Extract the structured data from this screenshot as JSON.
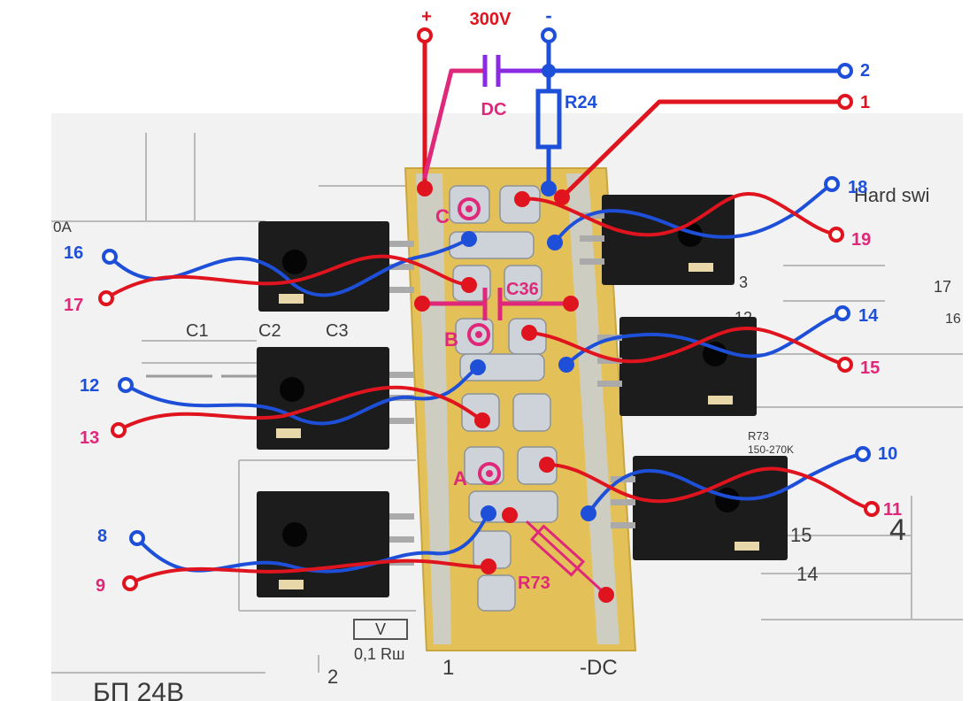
{
  "colors": {
    "red": "#e0141e",
    "blue": "#1e4fd8",
    "magenta": "#e0287a",
    "purple": "#8a2be2",
    "pcb": "#e9c95c",
    "transistor": "#1c1c1c"
  },
  "header": {
    "plus": "+",
    "voltage": "300V",
    "minus": "-"
  },
  "components": {
    "cap_dc": "DC",
    "resistor_r24": "R24",
    "cap_c36": "C36",
    "resistor_r73": "R73"
  },
  "points": {
    "a": "A",
    "b": "B",
    "c": "C"
  },
  "terminals": {
    "t1": "1",
    "t2": "2",
    "t8": "8",
    "t9": "9",
    "t10": "10",
    "t11": "11",
    "t12": "12",
    "t13": "13",
    "t14": "14",
    "t15": "15",
    "t16": "16",
    "t17": "17",
    "t18": "18",
    "t19": "19"
  },
  "paper": {
    "c1": "C1",
    "c2": "C2",
    "c3": "C3",
    "title": "Hard swi",
    "r73_note": "R73",
    "r73_range": "150-270K",
    "pin15": "15",
    "pin14": "14",
    "pin3": "3",
    "pin12": "12",
    "pin4": "4",
    "pin17": "17",
    "pin16": "16",
    "v_box": "V",
    "shunt": "0,1  Rш",
    "dc_foot": "-DC",
    "foot1": "1",
    "foot2": "2",
    "amp": "0A",
    "bottom_code": "БП 24В"
  }
}
